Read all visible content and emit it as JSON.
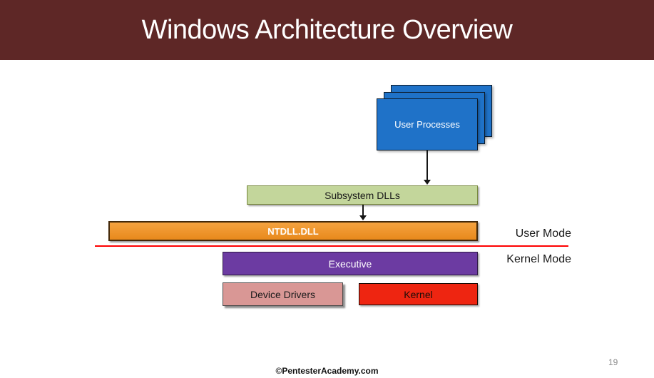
{
  "slide": {
    "title": "Windows Architecture Overview",
    "footer": "©PentesterAcademy.com",
    "page_number": "19",
    "header_color": "#5E2726"
  },
  "diagram": {
    "user_processes": {
      "label": "User Processes",
      "fill": "#1F72C8"
    },
    "subsystem_dlls": {
      "label": "Subsystem DLLs",
      "fill": "#C3D69B"
    },
    "ntdll": {
      "label": "NTDLL.DLL",
      "fill": "#F09A32"
    },
    "executive": {
      "label": "Executive",
      "fill": "#6C3BA2"
    },
    "device_drivers": {
      "label": "Device Drivers",
      "fill": "#D99795"
    },
    "kernel": {
      "label": "Kernel",
      "fill": "#EE2511"
    },
    "user_mode_label": "User Mode",
    "kernel_mode_label": "Kernel Mode",
    "divider_color": "#FF0000"
  }
}
